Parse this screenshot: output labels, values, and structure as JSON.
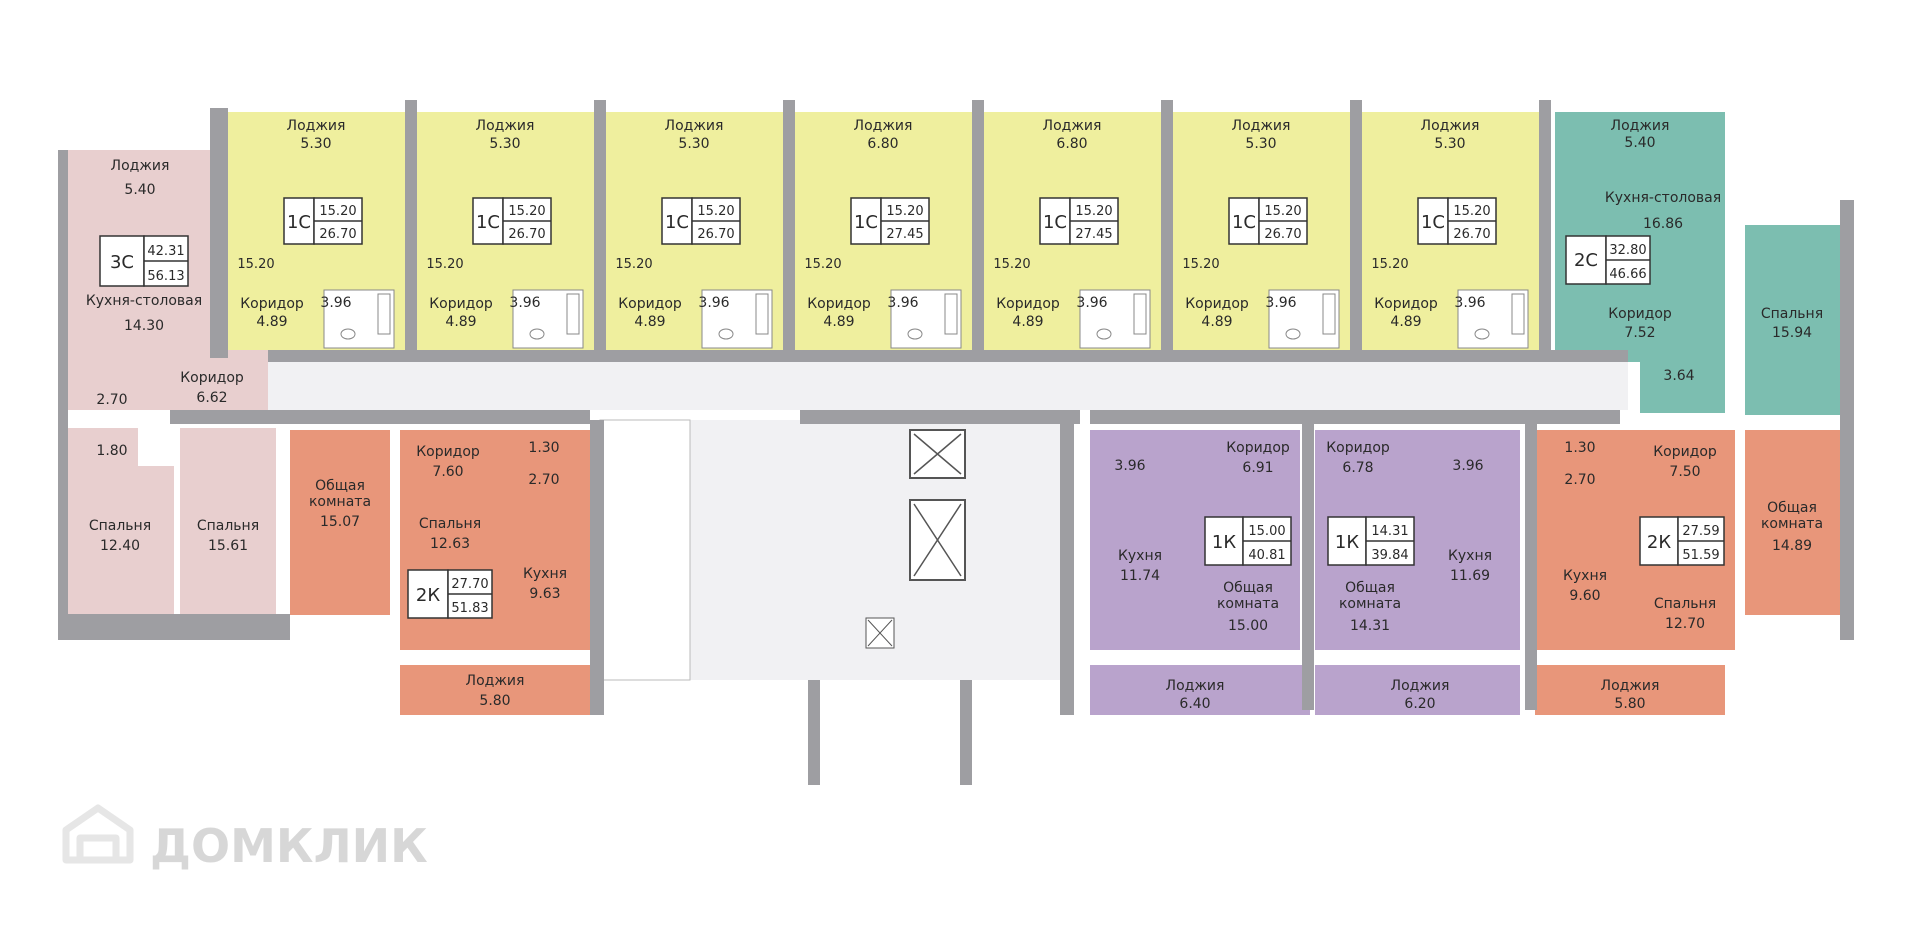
{
  "brand": "ДОМКЛИК",
  "colors": {
    "studio": "#efef9e",
    "three_room": "#e8cfcf",
    "two_room_right_top": "#7cbeb0",
    "two_room": "#e8967a",
    "one_room": "#b9a3cc",
    "common": "#f1f1f3",
    "wall": "#9e9ea2"
  },
  "studios": [
    {
      "loggia": "Лоджия",
      "loggia_area": "5.30",
      "type": "1С",
      "living": "15.20",
      "total": "26.70",
      "room": "15.20",
      "corridor": "Коридор",
      "corridor_area": "4.89",
      "bath": "3.96"
    },
    {
      "loggia": "Лоджия",
      "loggia_area": "5.30",
      "type": "1С",
      "living": "15.20",
      "total": "26.70",
      "room": "15.20",
      "corridor": "Коридор",
      "corridor_area": "4.89",
      "bath": "3.96"
    },
    {
      "loggia": "Лоджия",
      "loggia_area": "5.30",
      "type": "1С",
      "living": "15.20",
      "total": "26.70",
      "room": "15.20",
      "corridor": "Коридор",
      "corridor_area": "4.89",
      "bath": "3.96"
    },
    {
      "loggia": "Лоджия",
      "loggia_area": "6.80",
      "type": "1С",
      "living": "15.20",
      "total": "27.45",
      "room": "15.20",
      "corridor": "Коридор",
      "corridor_area": "4.89",
      "bath": "3.96"
    },
    {
      "loggia": "Лоджия",
      "loggia_area": "6.80",
      "type": "1С",
      "living": "15.20",
      "total": "27.45",
      "room": "15.20",
      "corridor": "Коридор",
      "corridor_area": "4.89",
      "bath": "3.96"
    },
    {
      "loggia": "Лоджия",
      "loggia_area": "5.30",
      "type": "1С",
      "living": "15.20",
      "total": "26.70",
      "room": "15.20",
      "corridor": "Коридор",
      "corridor_area": "4.89",
      "bath": "3.96"
    },
    {
      "loggia": "Лоджия",
      "loggia_area": "5.30",
      "type": "1С",
      "living": "15.20",
      "total": "26.70",
      "room": "15.20",
      "corridor": "Коридор",
      "corridor_area": "4.89",
      "bath": "3.96"
    }
  ],
  "apt_3c": {
    "loggia": "Лоджия",
    "loggia_area": "5.40",
    "type": "3С",
    "living": "42.31",
    "total": "56.13",
    "kitchen": "Кухня-столовая",
    "kitchen_area": "14.30",
    "corridor": "Коридор",
    "corridor_area": "6.62",
    "bath_area": "2.70",
    "wc_area": "1.80",
    "bed1": "Спальня",
    "bed1_area": "12.40",
    "bed2": "Спальня",
    "bed2_area": "15.61"
  },
  "apt_2c": {
    "loggia": "Лоджия",
    "loggia_area": "5.40",
    "type": "2С",
    "living": "32.80",
    "total": "46.66",
    "kitchen": "Кухня-столовая",
    "kitchen_area": "16.86",
    "corridor": "Коридор",
    "corridor_area": "7.52",
    "bath_area": "3.64",
    "bed": "Спальня",
    "bed_area": "15.94"
  },
  "apt_2k_left": {
    "type": "2К",
    "living": "27.70",
    "total": "51.83",
    "common": "Общая комната",
    "common_area": "15.07",
    "corridor": "Коридор",
    "corridor_area": "7.60",
    "wc_area": "1.30",
    "bath_area": "2.70",
    "bed": "Спальня",
    "bed_area": "12.63",
    "kitchen": "Кухня",
    "kitchen_area": "9.63",
    "loggia": "Лоджия",
    "loggia_area": "5.80"
  },
  "apt_1k_a": {
    "type": "1К",
    "living": "15.00",
    "total": "40.81",
    "bath_area": "3.96",
    "corridor": "Коридор",
    "corridor_area": "6.91",
    "kitchen": "Кухня",
    "kitchen_area": "11.74",
    "common": "Общая комната",
    "common_area": "15.00",
    "loggia": "Лоджия",
    "loggia_area": "6.40"
  },
  "apt_1k_b": {
    "type": "1К",
    "living": "14.31",
    "total": "39.84",
    "bath_area": "3.96",
    "corridor": "Коридор",
    "corridor_area": "6.78",
    "kitchen": "Кухня",
    "kitchen_area": "11.69",
    "common": "Общая комната",
    "common_area": "14.31",
    "loggia": "Лоджия",
    "loggia_area": "6.20"
  },
  "apt_2k_right": {
    "type": "2К",
    "living": "27.59",
    "total": "51.59",
    "wc_area": "1.30",
    "bath_area": "2.70",
    "corridor": "Коридор",
    "corridor_area": "7.50",
    "kitchen": "Кухня",
    "kitchen_area": "9.60",
    "bed": "Спальня",
    "bed_area": "12.70",
    "common": "Общая комната",
    "common_area": "14.89",
    "loggia": "Лоджия",
    "loggia_area": "5.80"
  }
}
